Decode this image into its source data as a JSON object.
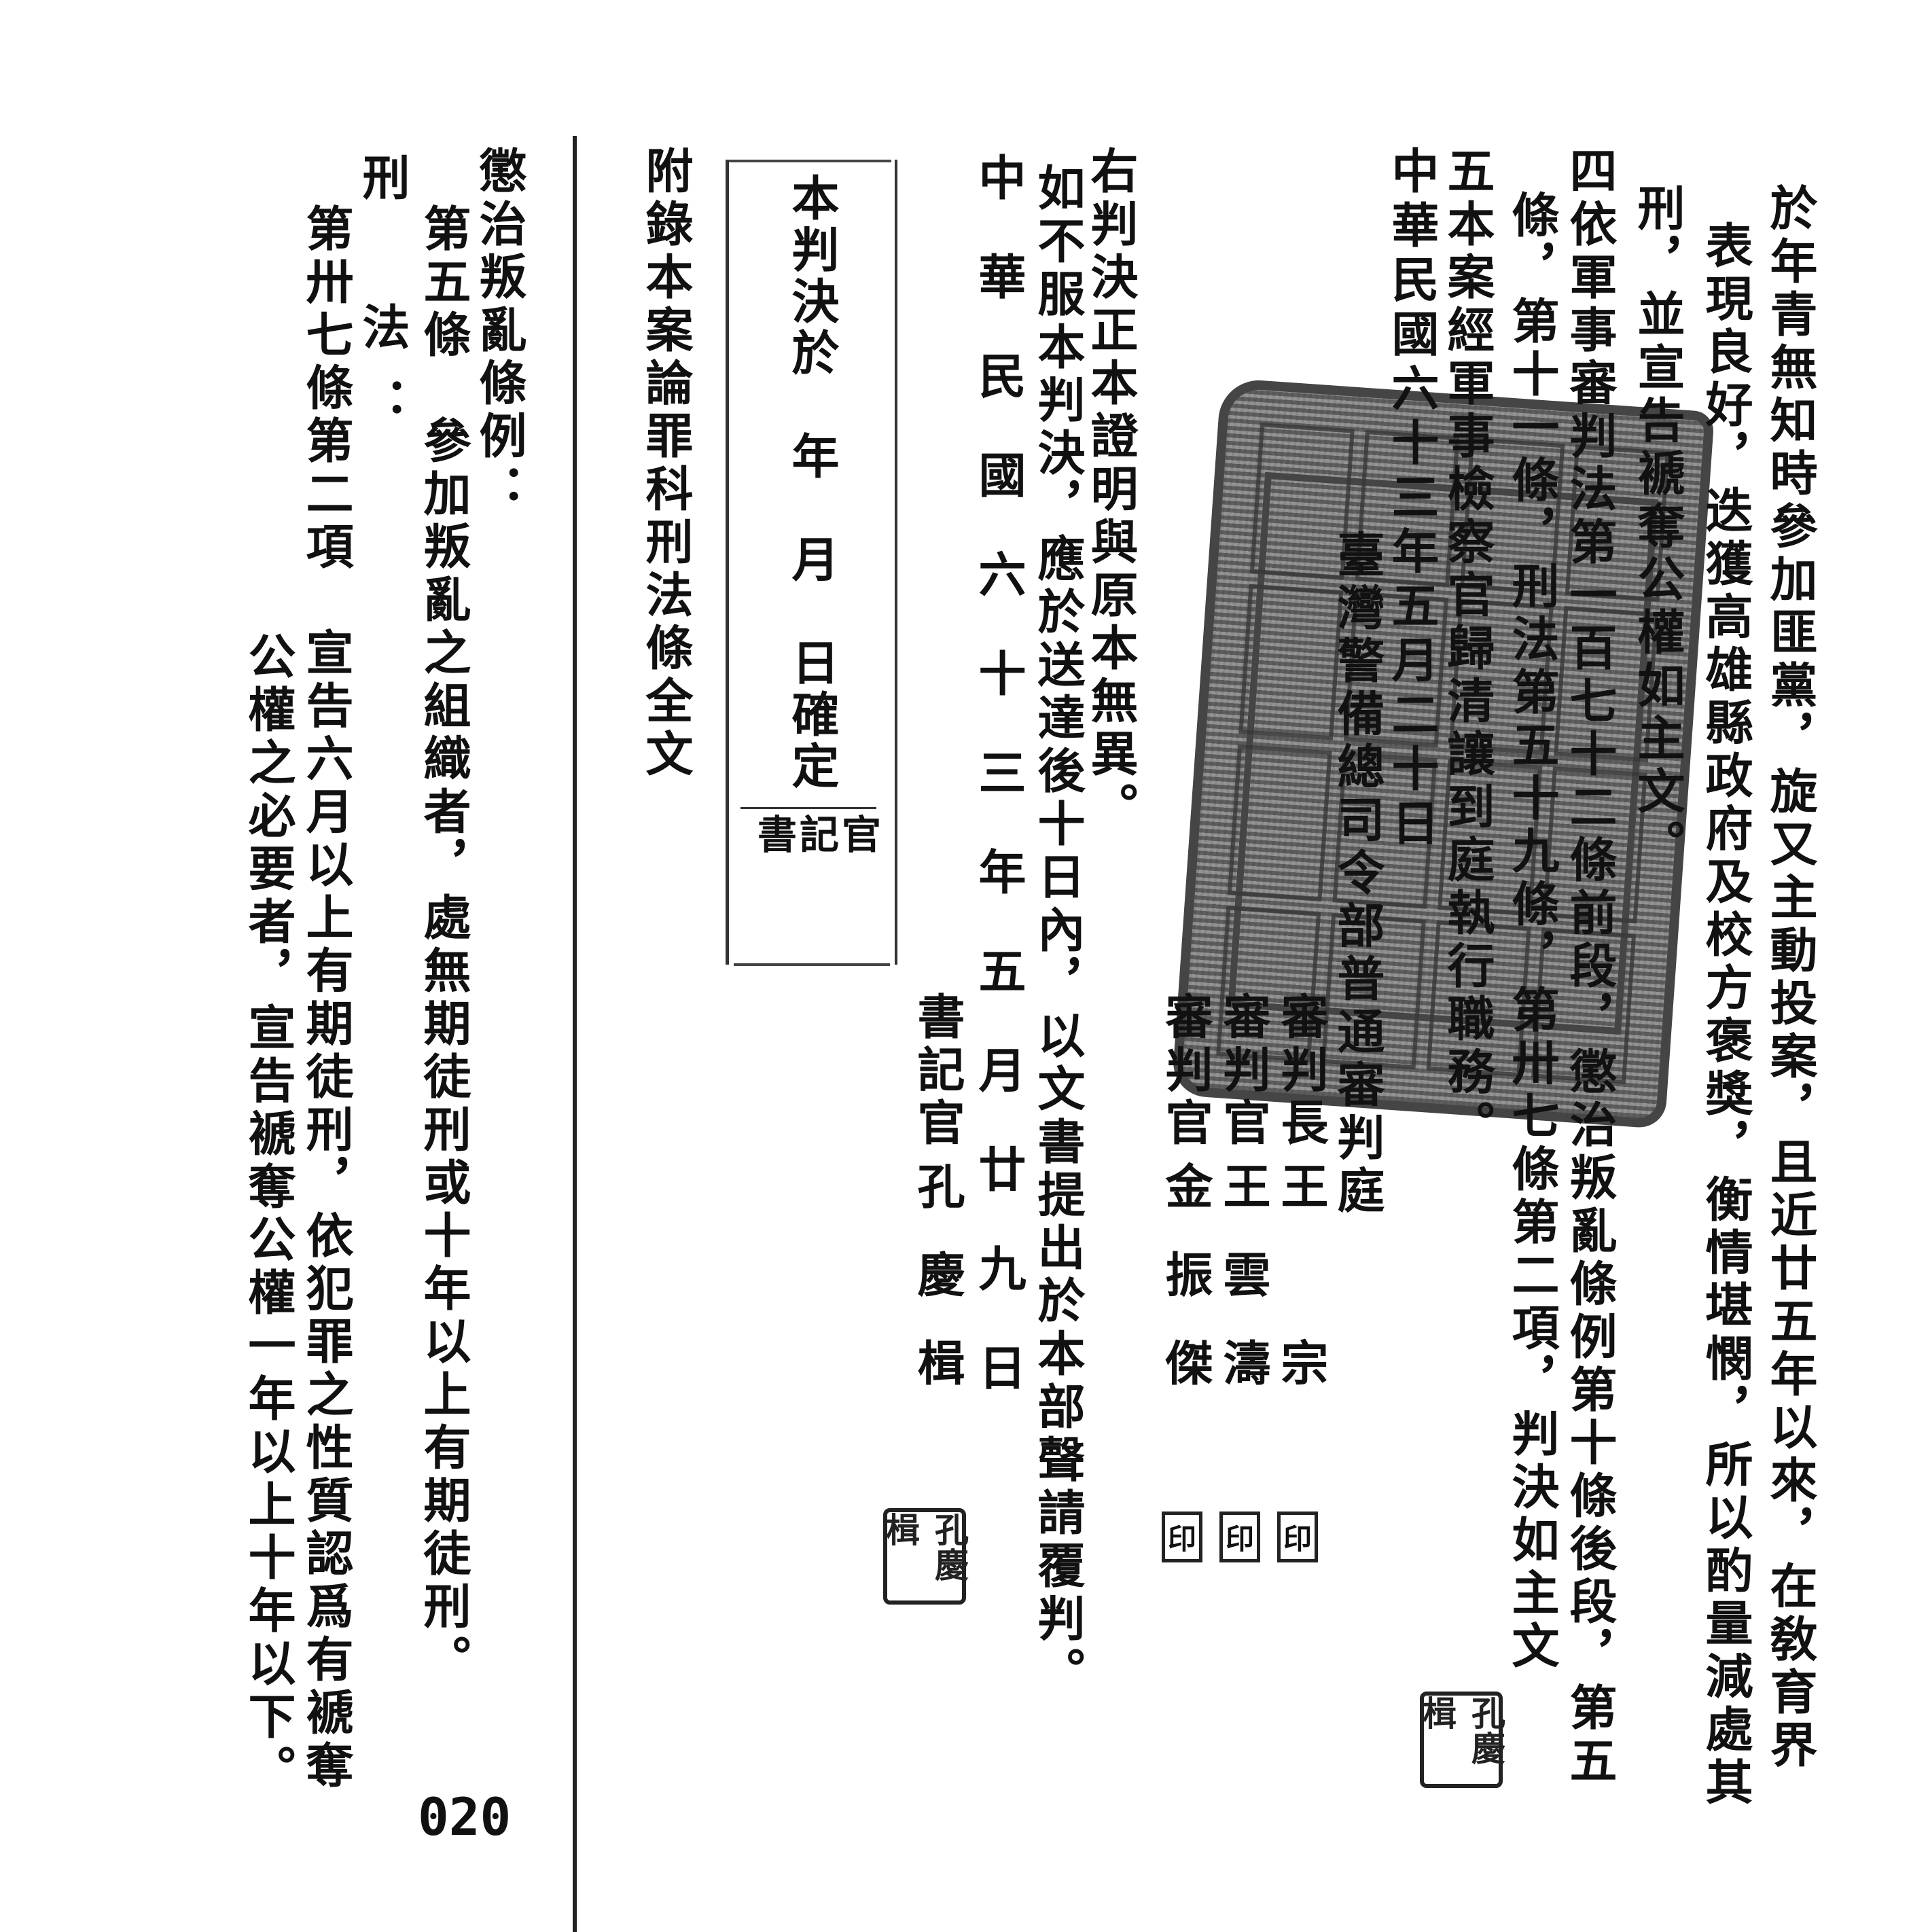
{
  "judgment": {
    "reasons": [
      "於年青無知時參加匪黨，旋又主動投案，且近廿五年以來，在敎育界",
      "表現良好，迭獲高雄縣政府及校方褒獎，衡情堪憫，所以酌量減處其",
      "刑，並宣告褫奪公權如主文。",
      "四依軍事審判法第一百七十二條前段，懲治叛亂條例第十條後段，第五",
      "條，第十一條，刑法第五十九條，第卅七條第二項，判決如主文",
      "五本案經軍事檢察官歸清讓到庭執行職務。",
      "中華民國六十三年五月二十日"
    ],
    "court": "臺灣警備總司令部普通審判庭",
    "judges": [
      {
        "title": "審判長",
        "name": "王　宗",
        "seal": "印"
      },
      {
        "title": "審判官",
        "name": "王雲濤",
        "seal": "印"
      },
      {
        "title": "審判官",
        "name": "金振傑",
        "seal": "印"
      }
    ]
  },
  "certification": {
    "statement": "右判決正本證明與原本無異。",
    "appeal_notice": "如不服本判決，應於送達後十日內，以文書提出於本部聲請覆判。",
    "date": "中華民國六十三年五月廿九日",
    "clerk_title": "書記官",
    "clerk_name": "孔慶楫",
    "clerk_seal": "孔慶楫"
  },
  "finality_box": {
    "text": "本判決於　年　月　日確定",
    "clerk": "書記官"
  },
  "appendix": {
    "title": "附錄本案論罪科刑法條全文",
    "law1_name": "懲治叛亂條例：",
    "law1_article": "第五條　參加叛亂之組織者，處無期徒刑或十年以上有期徒刑。",
    "law2_name": "刑　法：",
    "law2_article": "第卅七條第二項　宣告六月以上有期徒刑，依犯罪之性質認爲有褫奪",
    "law2_article_cont": "公權之必要者，宣告褫奪公權一年以上十年以下。"
  },
  "page_number": "020"
}
